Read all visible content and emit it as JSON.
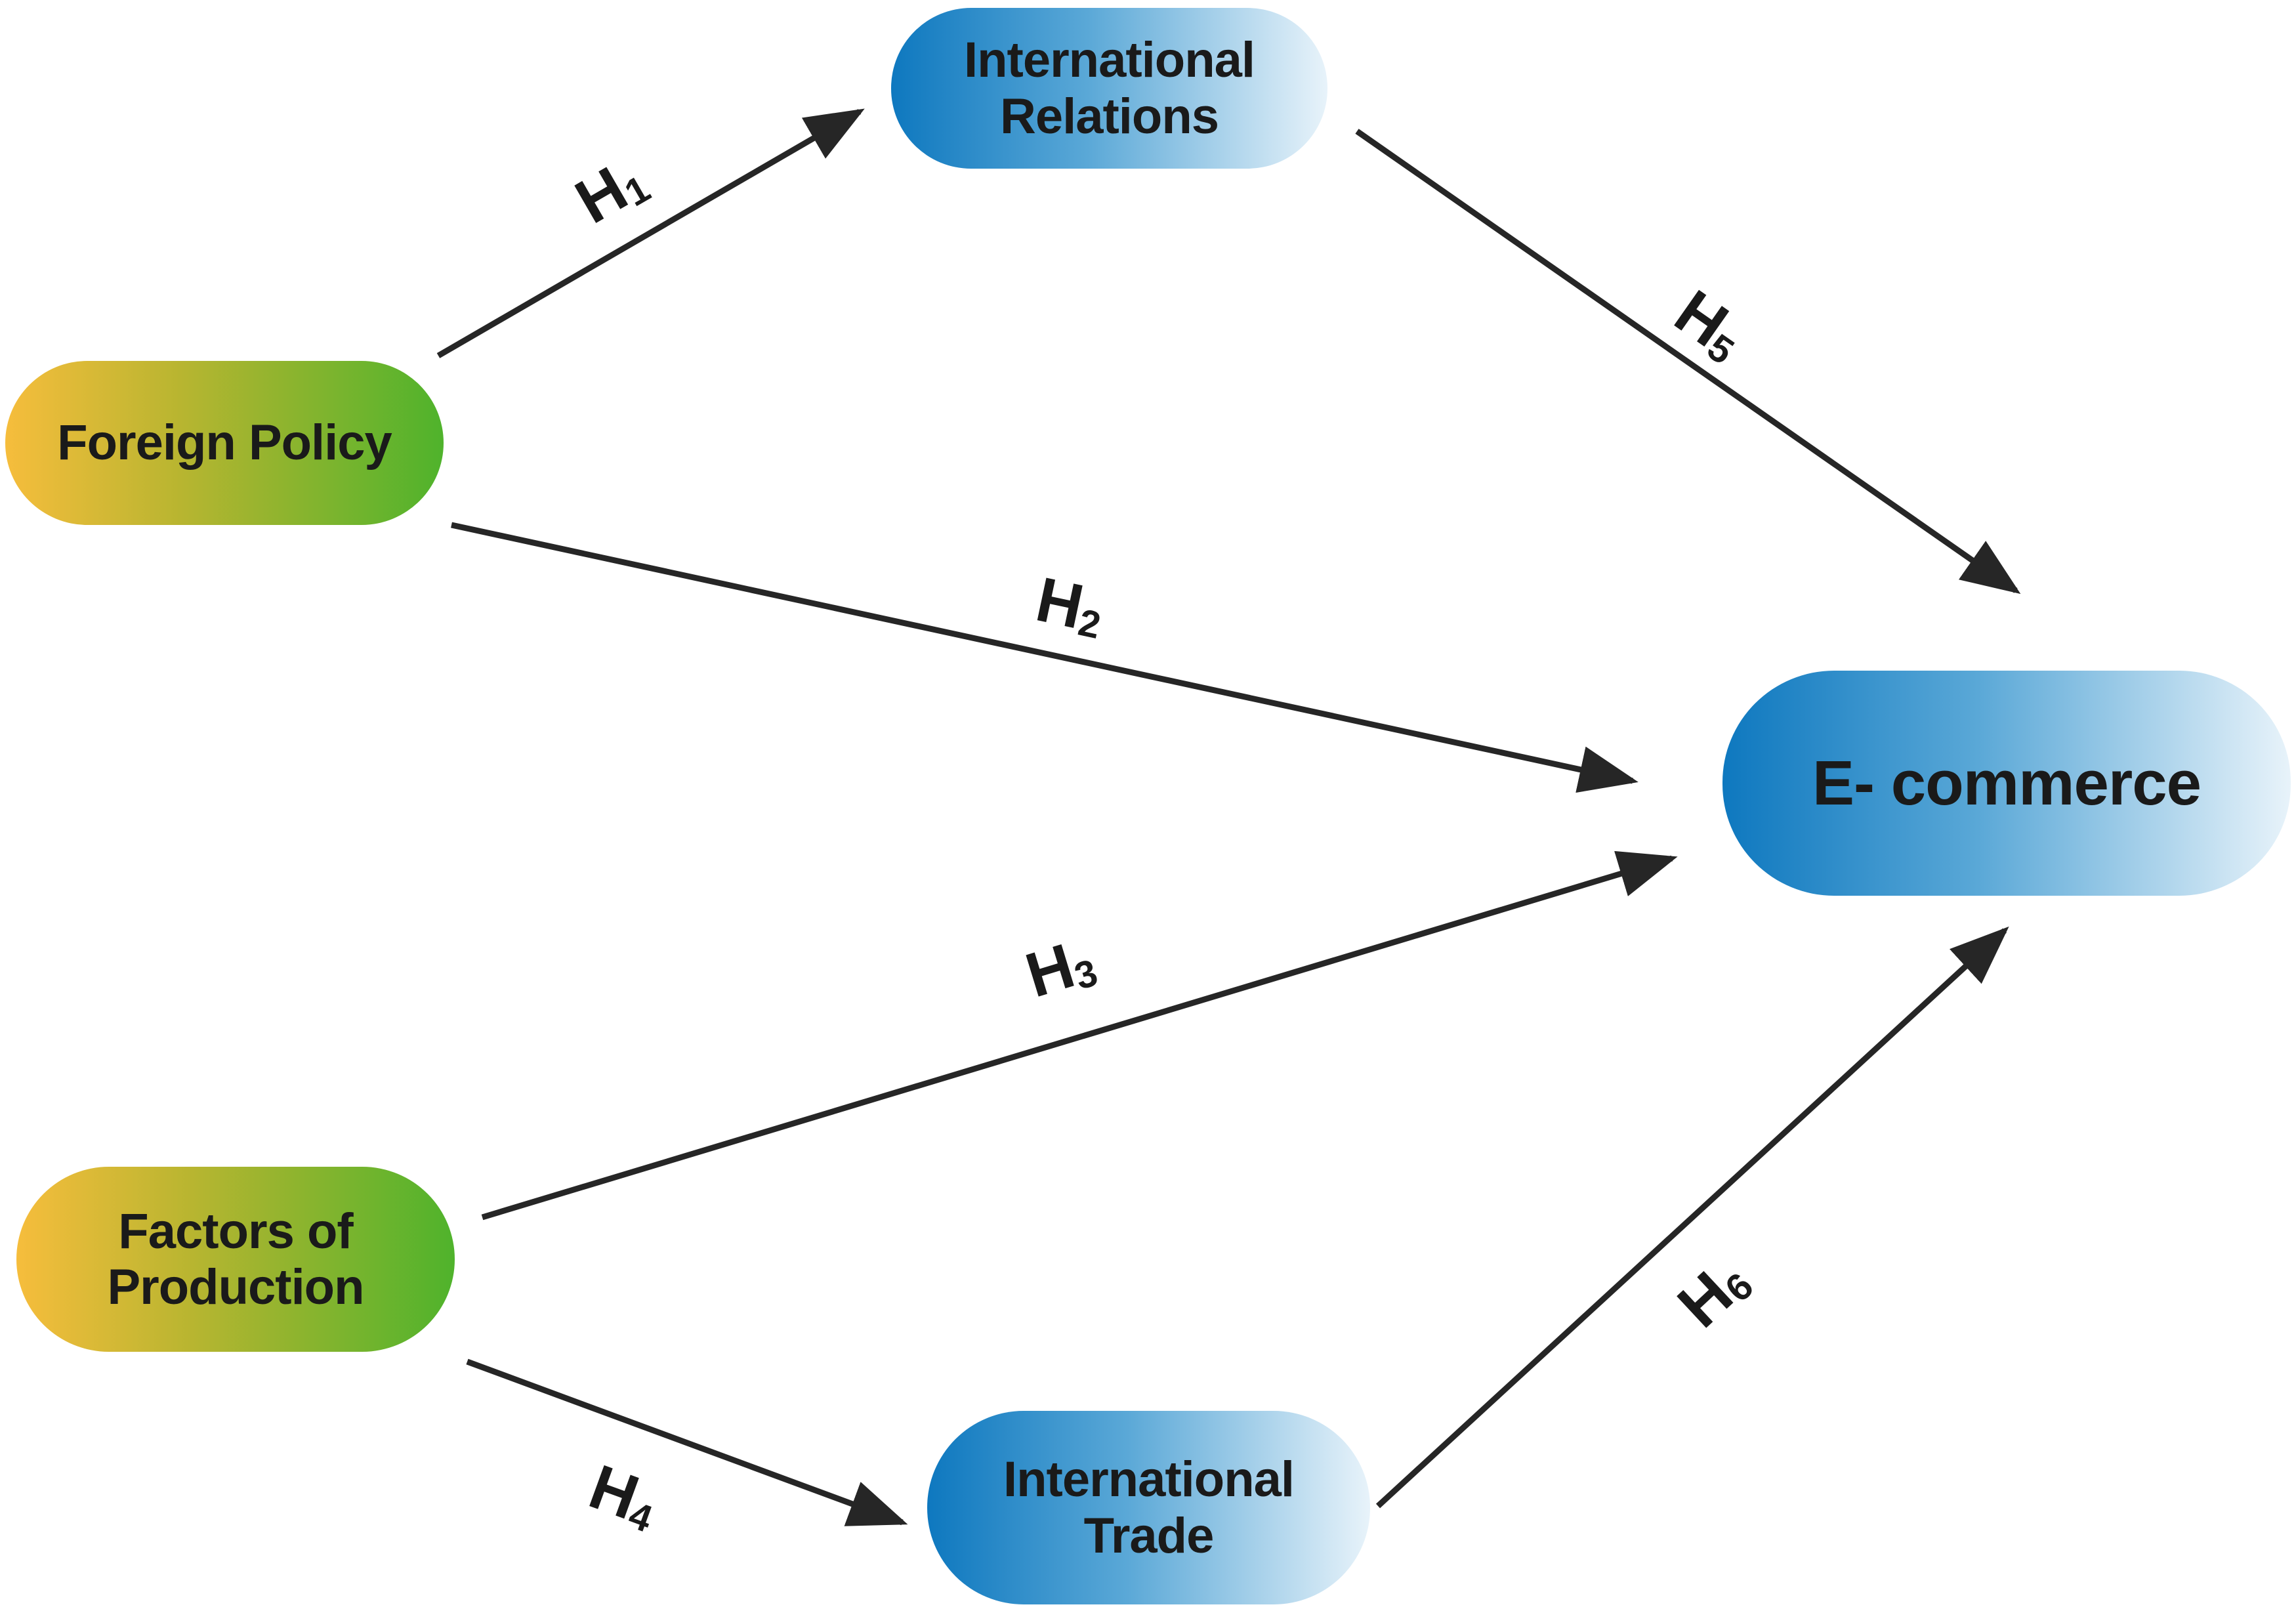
{
  "nodes": {
    "international_relations": [
      "International",
      "Relations"
    ],
    "foreign_policy": [
      "Foreign Policy"
    ],
    "e_commerce": [
      "E- commerce"
    ],
    "factors_of_production": [
      "Factors of",
      "Production"
    ],
    "international_trade": [
      "International",
      "Trade"
    ]
  },
  "hypotheses": {
    "h1": {
      "letter": "H",
      "num": "1"
    },
    "h2": {
      "letter": "H",
      "num": "2"
    },
    "h3": {
      "letter": "H",
      "num": "3"
    },
    "h4": {
      "letter": "H",
      "num": "4"
    },
    "h5": {
      "letter": "H",
      "num": "5"
    },
    "h6": {
      "letter": "H",
      "num": "6"
    }
  },
  "colors": {
    "independent_gradient": [
      "#f6bd3c",
      "#4fb32c"
    ],
    "dependent_gradient": [
      "#0e78bf",
      "#e8f3fa"
    ],
    "arrow": "#262626"
  }
}
